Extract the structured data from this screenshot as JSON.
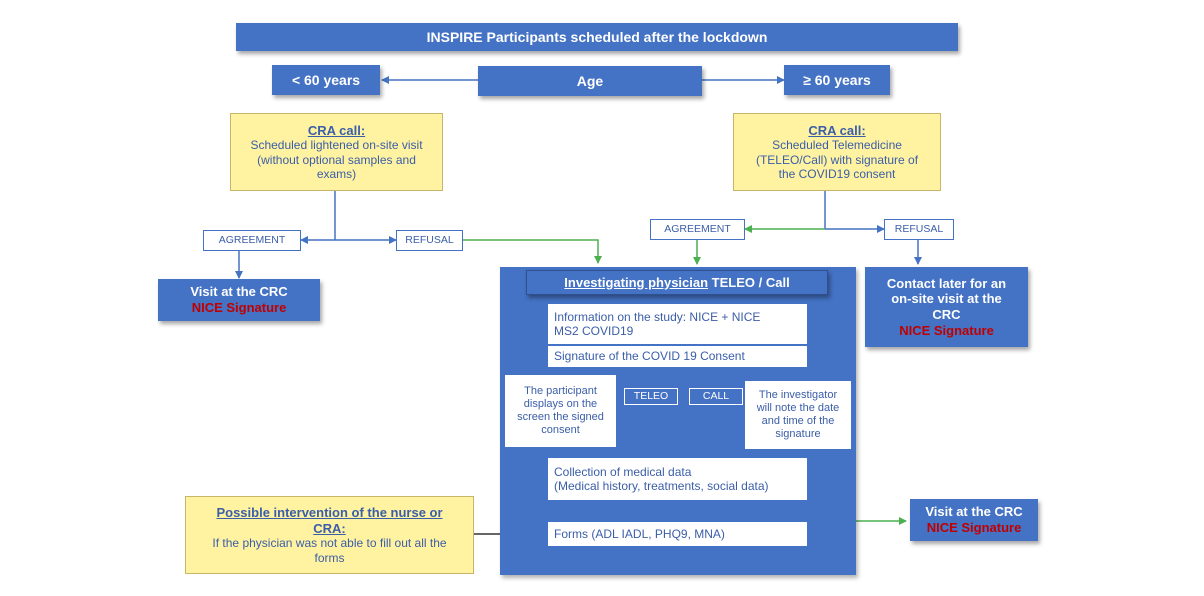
{
  "title": "INSPIRE Participants scheduled after the lockdown",
  "age": {
    "label": "Age",
    "under": "< 60 years",
    "over": "≥ 60  years"
  },
  "cra_left": {
    "heading": "CRA call:",
    "lines": [
      "Scheduled lightened on-site visit",
      "(without optional samples and",
      "exams)"
    ]
  },
  "cra_right": {
    "heading": "CRA call:",
    "lines": [
      "Scheduled Telemedicine",
      "(TELEO/Call) with signature of",
      "the COVID19 consent"
    ]
  },
  "labels": {
    "agreement_left": "AGREEMENT",
    "refusal_left": "REFUSAL",
    "agreement_right": "AGREEMENT",
    "refusal_right": "REFUSAL"
  },
  "visit_left": {
    "line1": "Visit at the CRC",
    "line2": "NICE Signature"
  },
  "contact_later": {
    "lines": [
      "Contact later for an",
      "on-site visit at the",
      "CRC"
    ],
    "signature": "NICE Signature"
  },
  "physician": {
    "heading_underlined": "Investigating physician",
    "heading_rest": " TELEO / Call",
    "info": [
      "Information on the study: NICE + NICE",
      "MS2 COVID19"
    ],
    "signature": "Signature of the COVID 19 Consent",
    "teleo": "TELEO",
    "call": "CALL",
    "participant": [
      "The participant",
      "displays on the",
      "screen the signed",
      "consent"
    ],
    "investigator": [
      "The investigator",
      "will note the date",
      "and time of the",
      "signature"
    ],
    "collection": [
      "Collection of medical data",
      "(Medical history, treatments, social data)"
    ],
    "forms": "Forms (ADL IADL, PHQ9, MNA)"
  },
  "nurse": {
    "heading": [
      "Possible intervention of the nurse or",
      "CRA:"
    ],
    "lines": [
      "If the physician was not able to fill out all the",
      "forms"
    ]
  },
  "visit_right": {
    "line1": "Visit at the CRC",
    "line2": "NICE Signature"
  },
  "colors": {
    "blue": "#4472c4",
    "yellow": "#fff2a1",
    "green": "#4cb050",
    "red": "#c00000",
    "text": "#3b5ea8"
  }
}
